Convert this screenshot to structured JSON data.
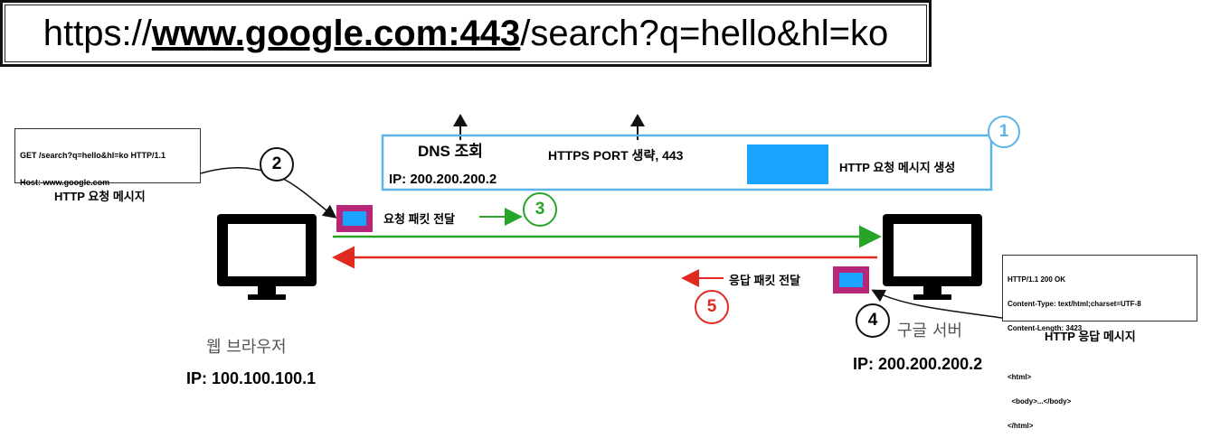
{
  "url": {
    "scheme": "https://",
    "host": "www.google.com:443",
    "path": "/search?q=hello&hl=ko"
  },
  "request_message": {
    "lines": [
      "GET /search?q=hello&hl=ko HTTP/1.1",
      "Host: www.google.com"
    ],
    "caption": "HTTP 요청 메시지"
  },
  "response_message": {
    "lines": [
      "HTTP/1.1 200 OK",
      "Content-Type: text/html;charset=UTF-8",
      "Content-Length: 3423",
      "",
      "<html>",
      "  <body>...</body>",
      "</html>"
    ],
    "caption": "HTTP 응답 메시지"
  },
  "steps_box": {
    "dns": "DNS 조회",
    "dns_ip": "IP: 200.200.200.2",
    "https_port": "HTTPS PORT 생략, 443",
    "create_message": "HTTP 요청 메시지 생성"
  },
  "client": {
    "name": "웹 브라우저",
    "ip": "IP: 100.100.100.1"
  },
  "server": {
    "name": "구글 서버",
    "ip": "IP: 200.200.200.2"
  },
  "send_label": "요청 패킷 전달",
  "response_label": "응답 패킷 전달",
  "steps": {
    "s1": "1",
    "s2": "2",
    "s3": "3",
    "s4": "4",
    "s5": "5"
  },
  "colors": {
    "blue": "#5ab4e8",
    "green": "#28a428",
    "red": "#e02a20",
    "packet_border": "#b8267a",
    "packet_fill": "#1aa3ff"
  }
}
